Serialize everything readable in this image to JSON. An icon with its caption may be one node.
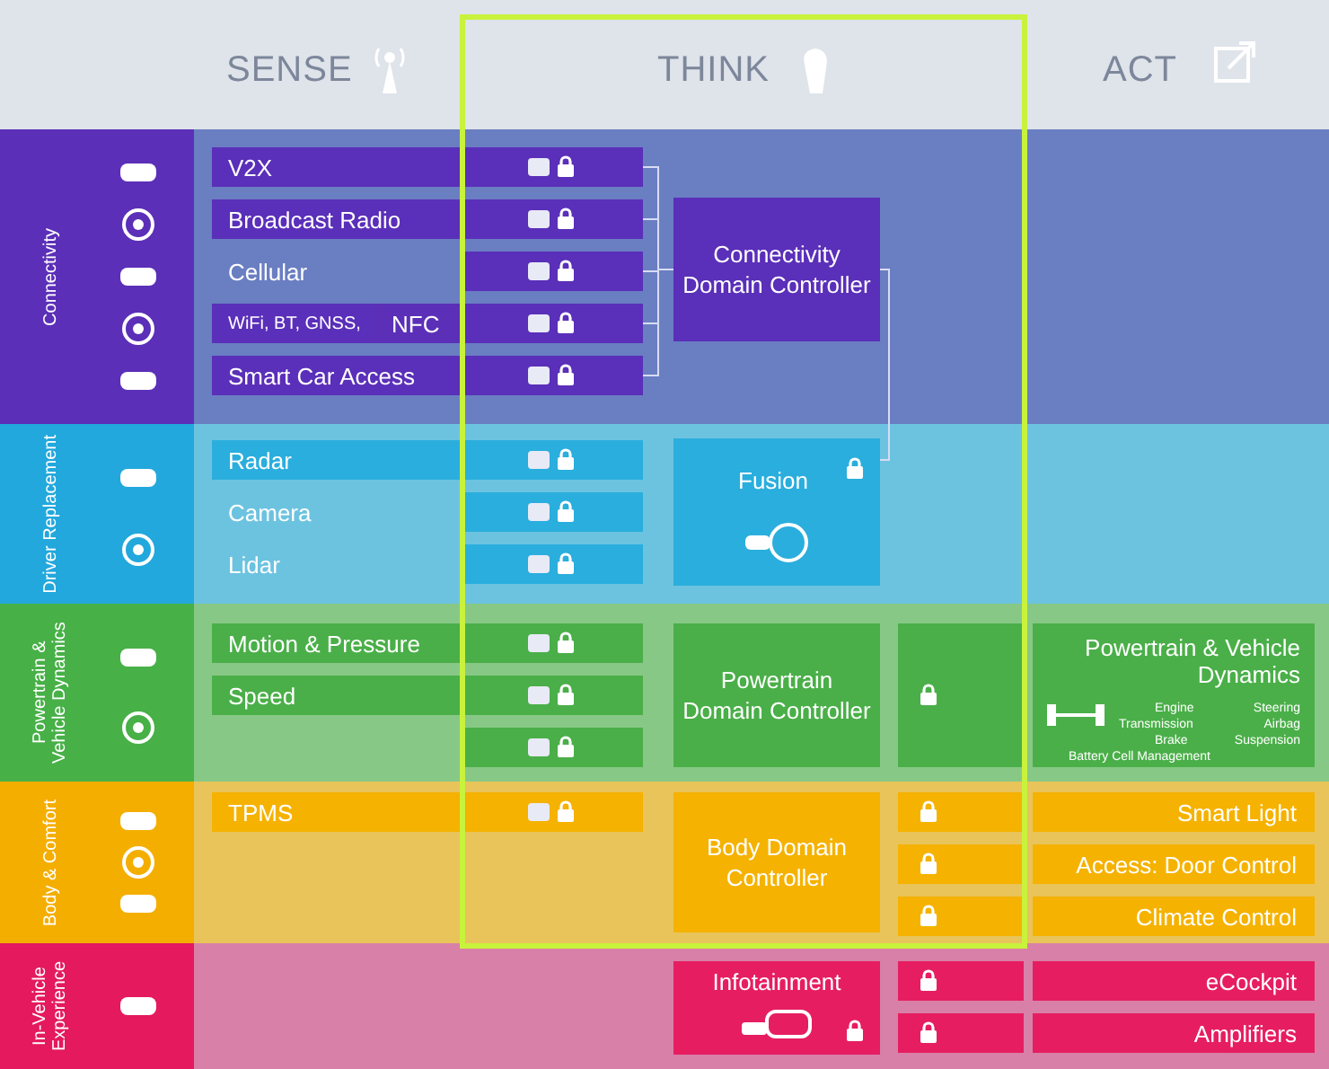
{
  "diagram": {
    "nodes": [
      {
        "text": [
          "Connectivity"
        ]
      },
      {
        "text": [
          "V2X"
        ]
      },
      {
        "text": [],
        "shape": "box"
      },
      {
        "text": [
          "Broadcast Radio"
        ]
      },
      {
        "text": [],
        "shape": "box"
      },
      {
        "text": [
          "Connectivity Domain Controller"
        ]
      },
      {
        "text": [
          "Cellular"
        ]
      },
      {
        "text": [],
        "shape": "box"
      },
      {
        "text": [
          "WiFi, BT, GNSS,"
        ]
      },
      {
        "text": [
          "NFC"
        ],
        "in": 8
      },
      {
        "text": [],
        "shape": "box"
      },
      {
        "text": [
          "Smart Car Access"
        ]
      },
      {
        "text": [],
        "shape": "box"
      },
      {
        "text": [
          "Driver Replacement"
        ]
      },
      {
        "text": [
          "Radar"
        ]
      },
      {
        "text": [],
        "shape": "box"
      },
      {
        "text": [
          "Fusion"
        ]
      },
      {
        "text": [
          "Camera"
        ]
      },
      {
        "text": [],
        "shape": "box"
      },
      {
        "text": [
          "Lidar"
        ]
      },
      {
        "text": [],
        "shape": "box"
      },
      {
        "text": [
          "Powertrain & Vehicle Dynamics"
        ]
      },
      {
        "text": [
          "Motion & Pressure"
        ]
      },
      {
        "text": [],
        "shape": "box"
      },
      {
        "text": [
          "Powertrain Domain Controller"
        ]
      },
      {
        "text": [],
        "shape": "box"
      },
      {
        "text": [
          "Powertrain & Vehicle Dynamics",
          "Engine",
          "Steering",
          "Transmission",
          "Airbag",
          "Brake",
          "Suspension",
          "Battery Cell Management"
        ]
      },
      {
        "text": [
          "Speed"
        ]
      },
      {
        "text": [],
        "shape": "box"
      },
      {
        "text": [],
        "shape": "box"
      },
      {
        "text": [
          "Body & Comfort"
        ]
      },
      {
        "text": [
          "TPMS"
        ]
      },
      {
        "text": [],
        "shape": "box"
      },
      {
        "text": [
          "Body Domain Controller"
        ]
      },
      {
        "text": [],
        "shape": "box"
      },
      {
        "text": [
          "Smart Light"
        ]
      },
      {
        "text": [],
        "shape": "box"
      },
      {
        "text": [
          "Access: Door Control"
        ]
      },
      {
        "text": [],
        "shape": "box"
      },
      {
        "text": [
          "Climate Control"
        ]
      },
      {
        "text": [
          "In-Vehicle Experience"
        ]
      },
      {
        "text": [
          "Infotainment"
        ]
      },
      {
        "text": [],
        "shape": "box"
      },
      {
        "text": [
          "eCockpit"
        ]
      },
      {
        "text": [],
        "shape": "box"
      },
      {
        "text": [
          "Amplifiers"
        ]
      }
    ],
    "edges": [
      {
        "from": 2,
        "to": 5,
        "arrow": "none"
      },
      {
        "from": 4,
        "to": 5,
        "arrow": "none"
      },
      {
        "from": 7,
        "to": 5,
        "arrow": "none"
      },
      {
        "from": 10,
        "to": 5,
        "arrow": "none"
      },
      {
        "from": 12,
        "to": 5,
        "arrow": "none"
      },
      {
        "from": 5,
        "to": 16,
        "arrow": "none"
      }
    ],
    "labels": [
      "SENSE",
      "THINK",
      "ACT"
    ]
  }
}
